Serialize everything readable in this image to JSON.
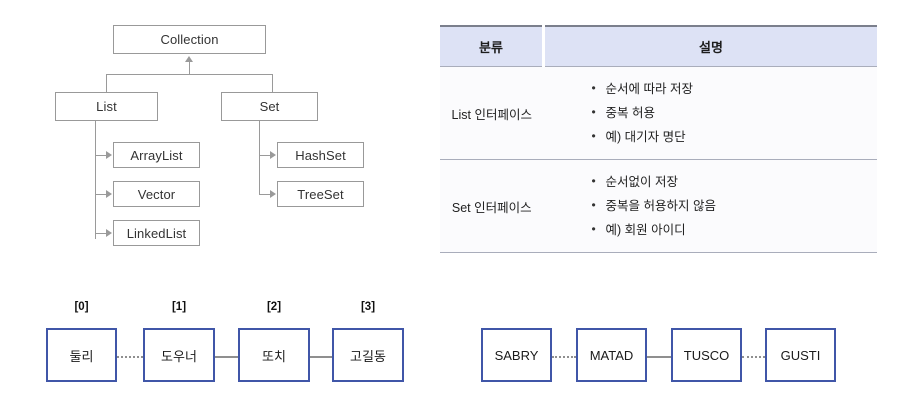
{
  "hierarchy": {
    "root": {
      "label": "Collection"
    },
    "branches": [
      {
        "label": "List"
      },
      {
        "label": "Set"
      }
    ],
    "list_children": [
      {
        "label": "ArrayList"
      },
      {
        "label": "Vector"
      },
      {
        "label": "LinkedList"
      }
    ],
    "set_children": [
      {
        "label": "HashSet"
      },
      {
        "label": "TreeSet"
      }
    ]
  },
  "table": {
    "headers": [
      "분류",
      "설명"
    ],
    "rows": [
      {
        "category": "List 인터페이스",
        "bullets": [
          "순서에 따라 저장",
          "중복 허용",
          "예) 대기자 명단"
        ]
      },
      {
        "category": "Set 인터페이스",
        "bullets": [
          "순서없이 저장",
          "중복을 허용하지 않음",
          "예) 회원 아이디"
        ]
      }
    ],
    "header_bg": "#dde2f5"
  },
  "array_row": {
    "indices": [
      "[0]",
      "[1]",
      "[2]",
      "[3]"
    ],
    "items": [
      "둘리",
      "도우너",
      "또치",
      "고길동"
    ],
    "border_color": "#4056a8"
  },
  "chain_row": {
    "items": [
      "SABRY",
      "MATAD",
      "TUSCO",
      "GUSTI"
    ],
    "border_color": "#4056a8"
  }
}
